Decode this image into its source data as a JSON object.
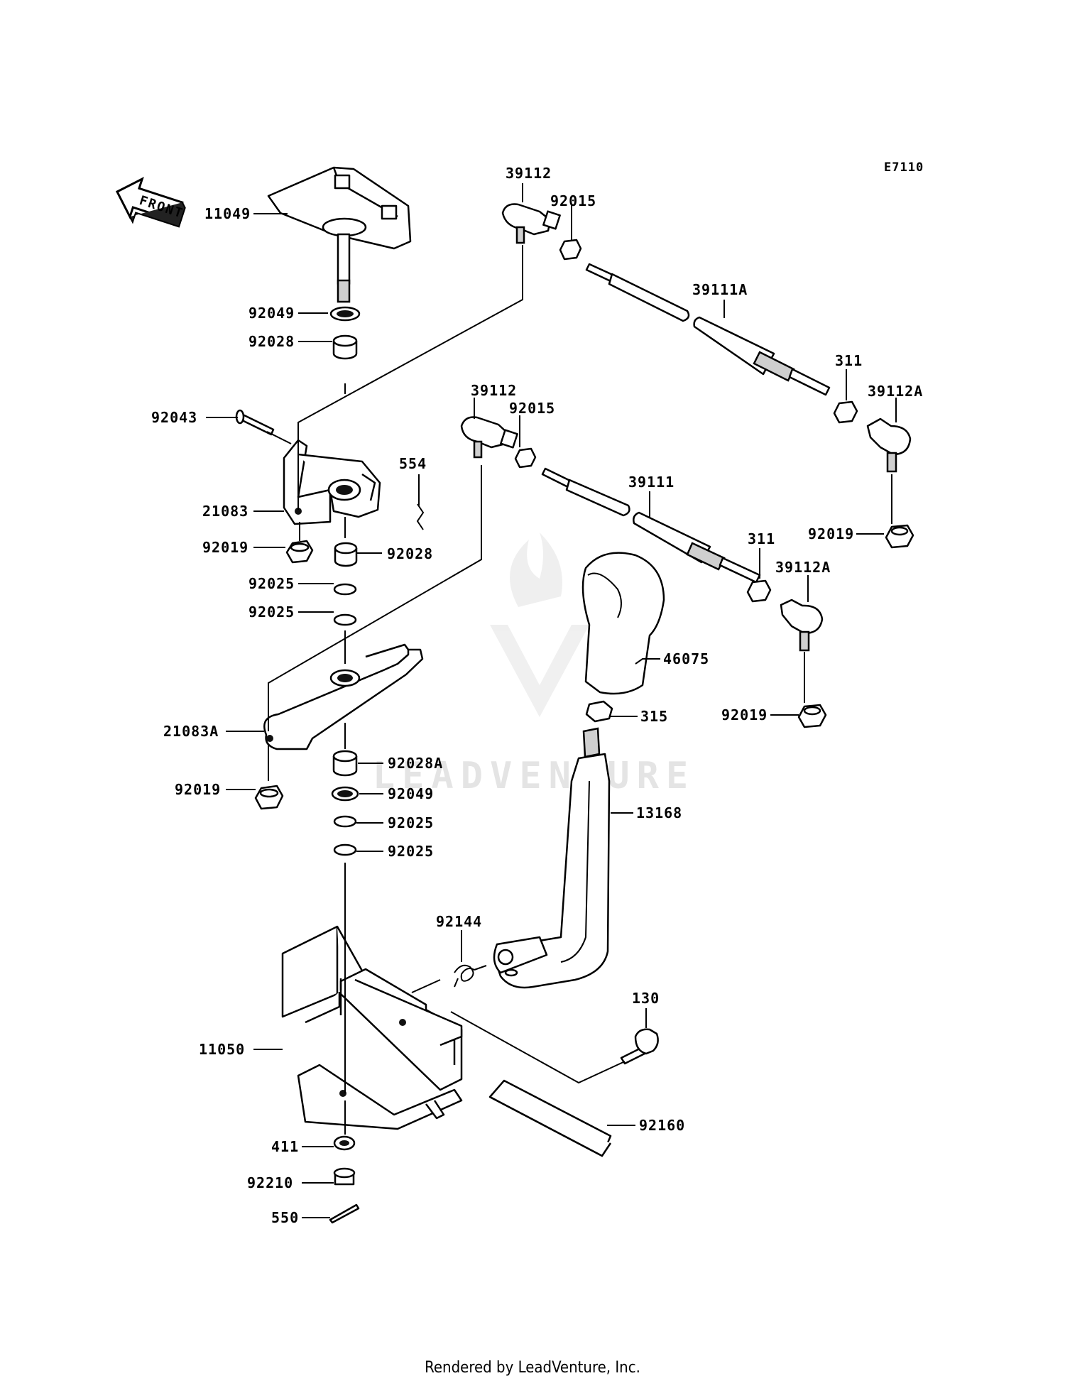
{
  "diagram": {
    "code": "E7110",
    "front_label": "FRONT",
    "watermark": "LEADVENTURE",
    "labels": {
      "l11049": "11049",
      "l92049a": "92049",
      "l92028a": "92028",
      "l92043": "92043",
      "l554": "554",
      "l21083": "21083",
      "l92019a": "92019",
      "l92028b": "92028",
      "l92025a": "92025",
      "l92025b": "92025",
      "l21083A": "21083A",
      "l92019b": "92019",
      "l92028A": "92028A",
      "l92049b": "92049",
      "l92025c": "92025",
      "l92025d": "92025",
      "l11050": "11050",
      "l411": "411",
      "l92210": "92210",
      "l550": "550",
      "l39112a": "39112",
      "l92015a": "92015",
      "l39111A": "39111A",
      "l311a": "311",
      "l39112Aa": "39112A",
      "l92019c": "92019",
      "l39112b": "39112",
      "l92015b": "92015",
      "l39111": "39111",
      "l311b": "311",
      "l39112Ab": "39112A",
      "l46075": "46075",
      "l315": "315",
      "l92019d": "92019",
      "l13168": "13168",
      "l92144": "92144",
      "l130": "130",
      "l92160": "92160"
    }
  },
  "footer": {
    "text": "Rendered by LeadVenture, Inc."
  }
}
